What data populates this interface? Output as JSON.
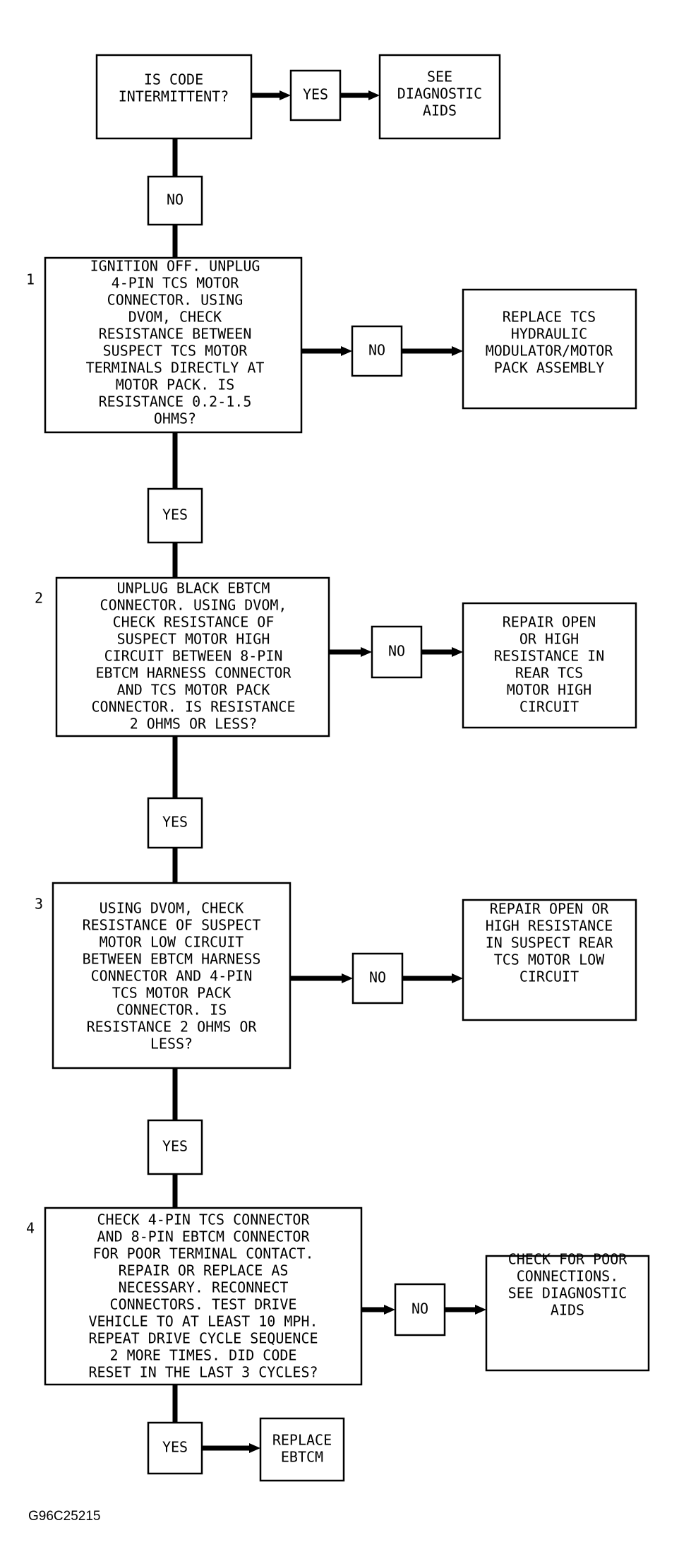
{
  "colors": {
    "line": "#000000",
    "background": "#ffffff"
  },
  "figure_id": "G96C25215",
  "start": {
    "question": [
      "IS CODE",
      "INTERMITTENT?"
    ]
  },
  "intermittent_result": [
    "SEE",
    "DIAGNOSTIC",
    "AIDS"
  ],
  "labels": {
    "yes": "YES",
    "no": "NO"
  },
  "steps": [
    {
      "number": "1",
      "question": [
        "IGNITION OFF. UNPLUG",
        "4-PIN TCS MOTOR",
        "CONNECTOR. USING",
        "DVOM, CHECK",
        "RESISTANCE BETWEEN",
        "SUSPECT TCS MOTOR",
        "TERMINALS DIRECTLY AT",
        "MOTOR PACK. IS",
        "RESISTANCE 0.2-1.5",
        "OHMS?"
      ],
      "no_action": [
        "REPLACE TCS",
        "HYDRAULIC",
        "MODULATOR/MOTOR",
        "PACK ASSEMBLY"
      ]
    },
    {
      "number": "2",
      "question": [
        "UNPLUG BLACK EBTCM",
        "CONNECTOR. USING DVOM,",
        "CHECK RESISTANCE OF",
        "SUSPECT MOTOR HIGH",
        "CIRCUIT BETWEEN 8-PIN",
        "EBTCM HARNESS CONNECTOR",
        "AND TCS MOTOR PACK",
        "CONNECTOR. IS RESISTANCE",
        "2 OHMS OR LESS?"
      ],
      "no_action": [
        "REPAIR OPEN",
        "OR HIGH",
        "RESISTANCE IN",
        "REAR TCS",
        "MOTOR HIGH",
        "CIRCUIT"
      ]
    },
    {
      "number": "3",
      "question": [
        "USING DVOM, CHECK",
        "RESISTANCE OF SUSPECT",
        "MOTOR LOW CIRCUIT",
        "BETWEEN EBTCM HARNESS",
        "CONNECTOR AND 4-PIN",
        "TCS MOTOR PACK",
        "CONNECTOR. IS",
        "RESISTANCE 2 OHMS OR",
        "LESS?"
      ],
      "no_action": [
        "REPAIR OPEN OR",
        "HIGH RESISTANCE",
        "IN SUSPECT REAR",
        "TCS MOTOR LOW",
        "CIRCUIT"
      ]
    },
    {
      "number": "4",
      "question": [
        "CHECK 4-PIN TCS CONNECTOR",
        "AND 8-PIN EBTCM CONNECTOR",
        "FOR POOR TERMINAL CONTACT.",
        "REPAIR OR REPLACE AS",
        "NECESSARY. RECONNECT",
        "CONNECTORS. TEST DRIVE",
        "VEHICLE TO AT LEAST 10 MPH.",
        "REPEAT DRIVE CYCLE SEQUENCE",
        "2 MORE TIMES. DID CODE",
        "RESET IN THE LAST 3 CYCLES?"
      ],
      "no_action": [
        "CHECK FOR POOR",
        "CONNECTIONS.",
        "SEE DIAGNOSTIC",
        "AIDS"
      ]
    }
  ],
  "final_action": [
    "REPLACE",
    "EBTCM"
  ]
}
